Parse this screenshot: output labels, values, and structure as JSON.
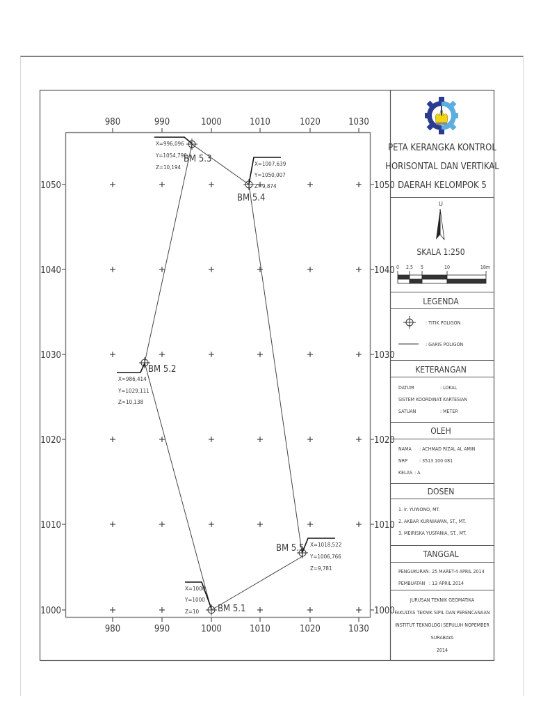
{
  "title_block": {
    "title_lines": [
      "PETA KERANGKA KONTROL",
      "HORISONTAL DAN VERTIKAL",
      "DAERAH KELOMPOK 5"
    ],
    "logo": "its-logo-icon"
  },
  "north_arrow": {
    "label": "U",
    "icon": "north-arrow-icon"
  },
  "scale": {
    "label": "SKALA 1:250",
    "ticks": [
      "0",
      "2,5",
      "5",
      "10",
      "18m"
    ]
  },
  "legenda": {
    "header": "LEGENDA",
    "items": [
      {
        "symbol": "crosshair-circle-icon",
        "label": ": TITIK POLIGON"
      },
      {
        "symbol": "line-icon",
        "label": ": GARIS POLIGON"
      }
    ]
  },
  "keterangan": {
    "header": "KETERANGAN",
    "rows": [
      {
        "key": "DATUM",
        "value": ": LOKAL"
      },
      {
        "key": "SISTEM KOORDINAT",
        "value": ": KARTESIAN"
      },
      {
        "key": "SATUAN",
        "value": ": METER"
      }
    ]
  },
  "oleh": {
    "header": "OLEH",
    "rows": [
      {
        "key": "NAMA",
        "value": ": ACHMAD RIZAL AL AMIN"
      },
      {
        "key": "NRP",
        "value": ": 3513 100 081"
      },
      {
        "key": "KELAS",
        "value": ": A"
      }
    ]
  },
  "dosen": {
    "header": "DOSEN",
    "items": [
      "1. Ir. YUWONO, MT.",
      "2. AKBAR KURNIAWAN, ST., MT.",
      "3. MEIRISKA YUSFANIA, ST., MT."
    ]
  },
  "tanggal": {
    "header": "TANGGAL",
    "rows": [
      {
        "key": "PENGUKURAN",
        "value": ": 25 MARET-4 APRIL 2014"
      },
      {
        "key": "PEMBUATAN",
        "value": ": 13 APRIL 2014"
      }
    ]
  },
  "institution": {
    "lines": [
      "JURUSAN TEKNIK GEOMATIKA",
      "FAKULTAS TEKNIK SIPIL DAN PERENCANAAN",
      "INSTITUT TEKNOLOGI SEPULUH NOPEMBER",
      "SURABAYA",
      "2014"
    ]
  },
  "map": {
    "x_ticks": [
      "980",
      "990",
      "1000",
      "1010",
      "1020",
      "1030"
    ],
    "y_ticks": [
      "1050",
      "1040",
      "1030",
      "1020",
      "1010",
      "1000"
    ],
    "points": [
      {
        "name": "BM 5.1",
        "x": "X=1000",
        "y": "Y=1000",
        "z": "Z=10"
      },
      {
        "name": "BM 5.2",
        "x": "X=986,414",
        "y": "Y=1029,111",
        "z": "Z=10,138"
      },
      {
        "name": "BM 5.3",
        "x": "X=996,096",
        "y": "Y=1054,796",
        "z": "Z=10,194"
      },
      {
        "name": "BM 5.4",
        "x": "X=1007,639",
        "y": "Y=1050,007",
        "z": "Z=9,874"
      },
      {
        "name": "BM 5.5",
        "x": "X=1018,522",
        "y": "Y=1006,766",
        "z": "Z=9,781"
      }
    ]
  }
}
